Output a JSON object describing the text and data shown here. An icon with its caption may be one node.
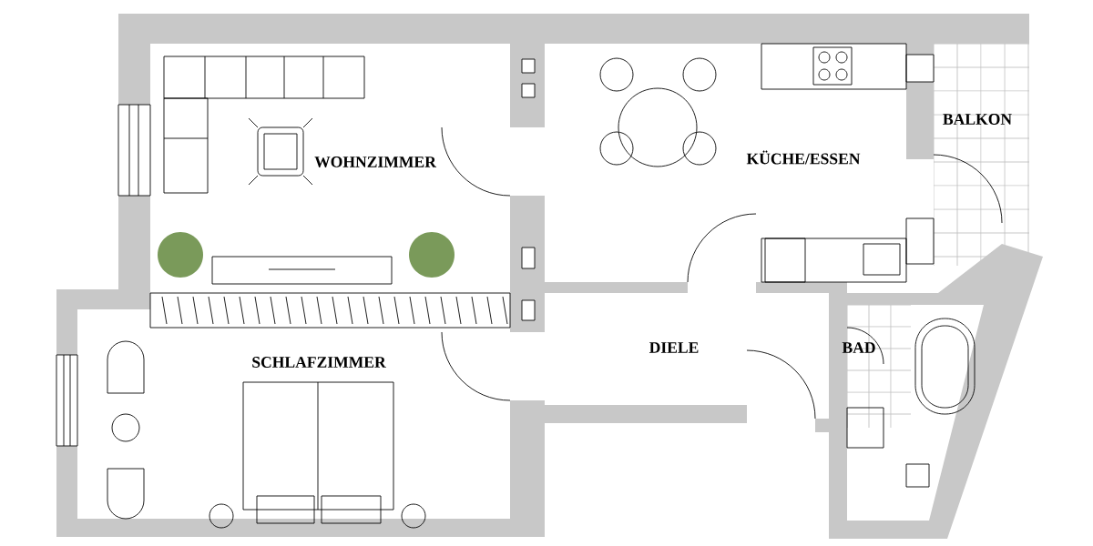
{
  "diagram": {
    "labels": [
      "BALKON",
      "KÜCHE/ESSEN",
      "WOHNZIMMER",
      "DIELE",
      "BAD",
      "SCHLAFZIMMER"
    ]
  }
}
